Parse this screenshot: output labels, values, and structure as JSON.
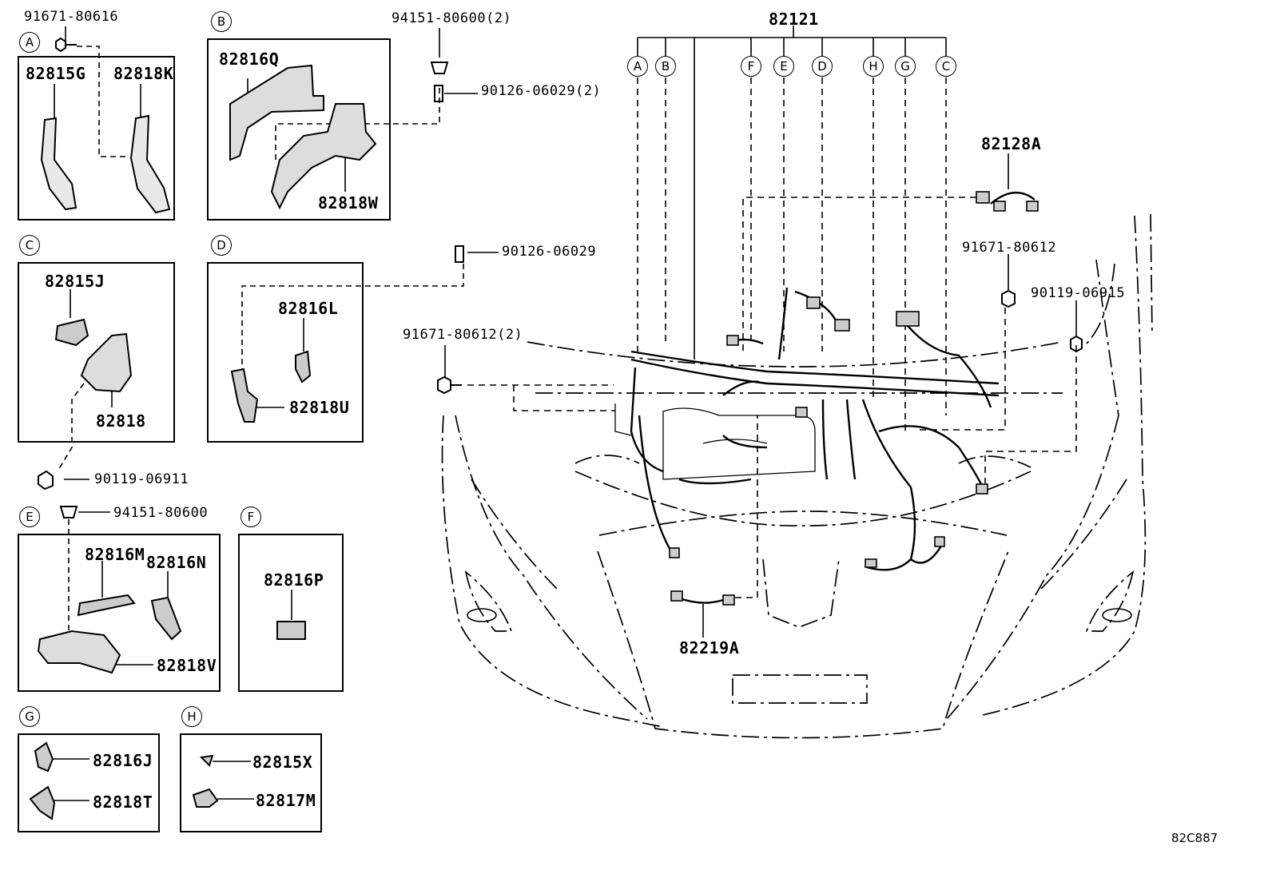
{
  "section_markers": {
    "A": "A",
    "B": "B",
    "C": "C",
    "D": "D",
    "E": "E",
    "F": "F",
    "G": "G",
    "H": "H"
  },
  "parts": {
    "p91671_80616": "91671-80616",
    "p82815G": "82815G",
    "p82818K": "82818K",
    "p82816Q": "82816Q",
    "p82818W": "82818W",
    "p94151_80600_2": "94151-80600(2)",
    "p90126_06029_2": "90126-06029(2)",
    "p82121": "82121",
    "p82128A": "82128A",
    "p90126_06029": "90126-06029",
    "p82815J": "82815J",
    "p82818": "82818",
    "p82816L": "82816L",
    "p82818U": "82818U",
    "p91671_80612_2": "91671-80612(2)",
    "p91671_80612": "91671-80612",
    "p90119_06915": "90119-06915",
    "p90119_06911": "90119-06911",
    "p94151_80600": "94151-80600",
    "p82816M": "82816M",
    "p82816N": "82816N",
    "p82818V": "82818V",
    "p82816P": "82816P",
    "p82219A": "82219A",
    "p82816J": "82816J",
    "p82818T": "82818T",
    "p82815X": "82815X",
    "p82817M": "82817M"
  },
  "diagram_ref": "82C887"
}
